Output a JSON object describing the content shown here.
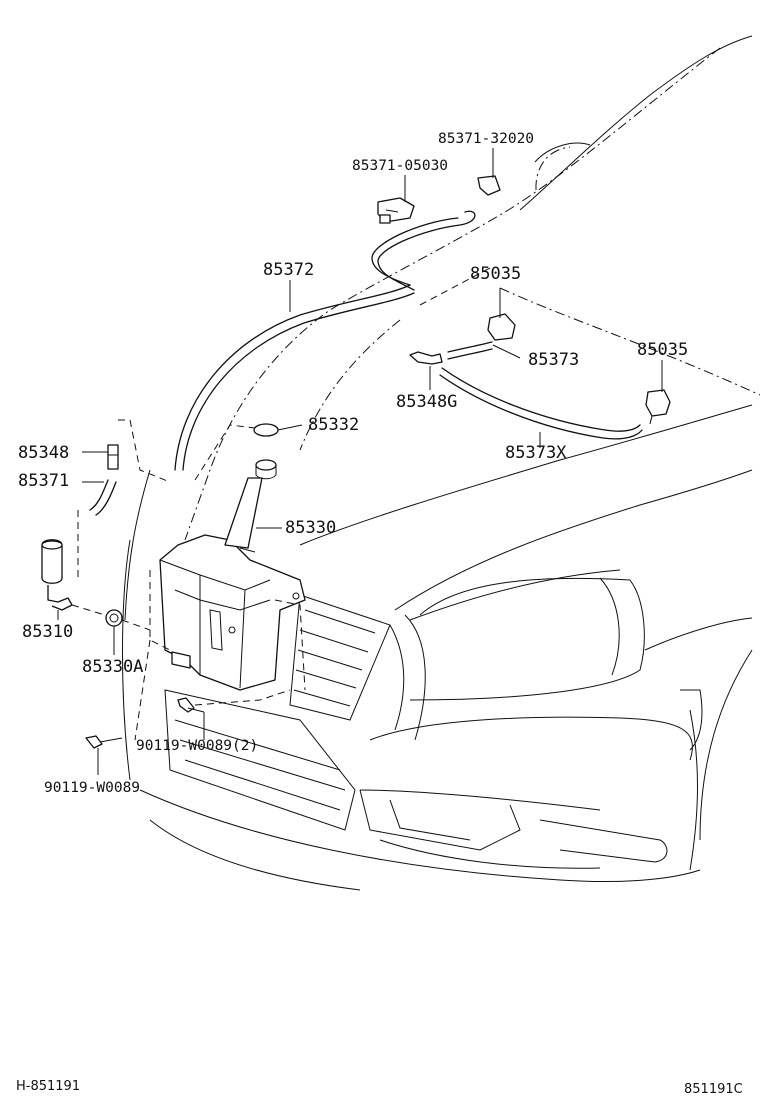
{
  "labels": {
    "p85371_32020": "85371-32020",
    "p85371_05030": "85371-05030",
    "p85372": "85372",
    "p85035_a": "85035",
    "p85373": "85373",
    "p85035_b": "85035",
    "p85348G": "85348G",
    "p85373X": "85373X",
    "p85332": "85332",
    "p85348": "85348",
    "p85371": "85371",
    "p85330": "85330",
    "p85310": "85310",
    "p85330A": "85330A",
    "p90119_w0089_2": "90119-W0089(2)",
    "p90119_w0089": "90119-W0089"
  },
  "footer": {
    "left": "H-851191",
    "right": "851191C"
  }
}
